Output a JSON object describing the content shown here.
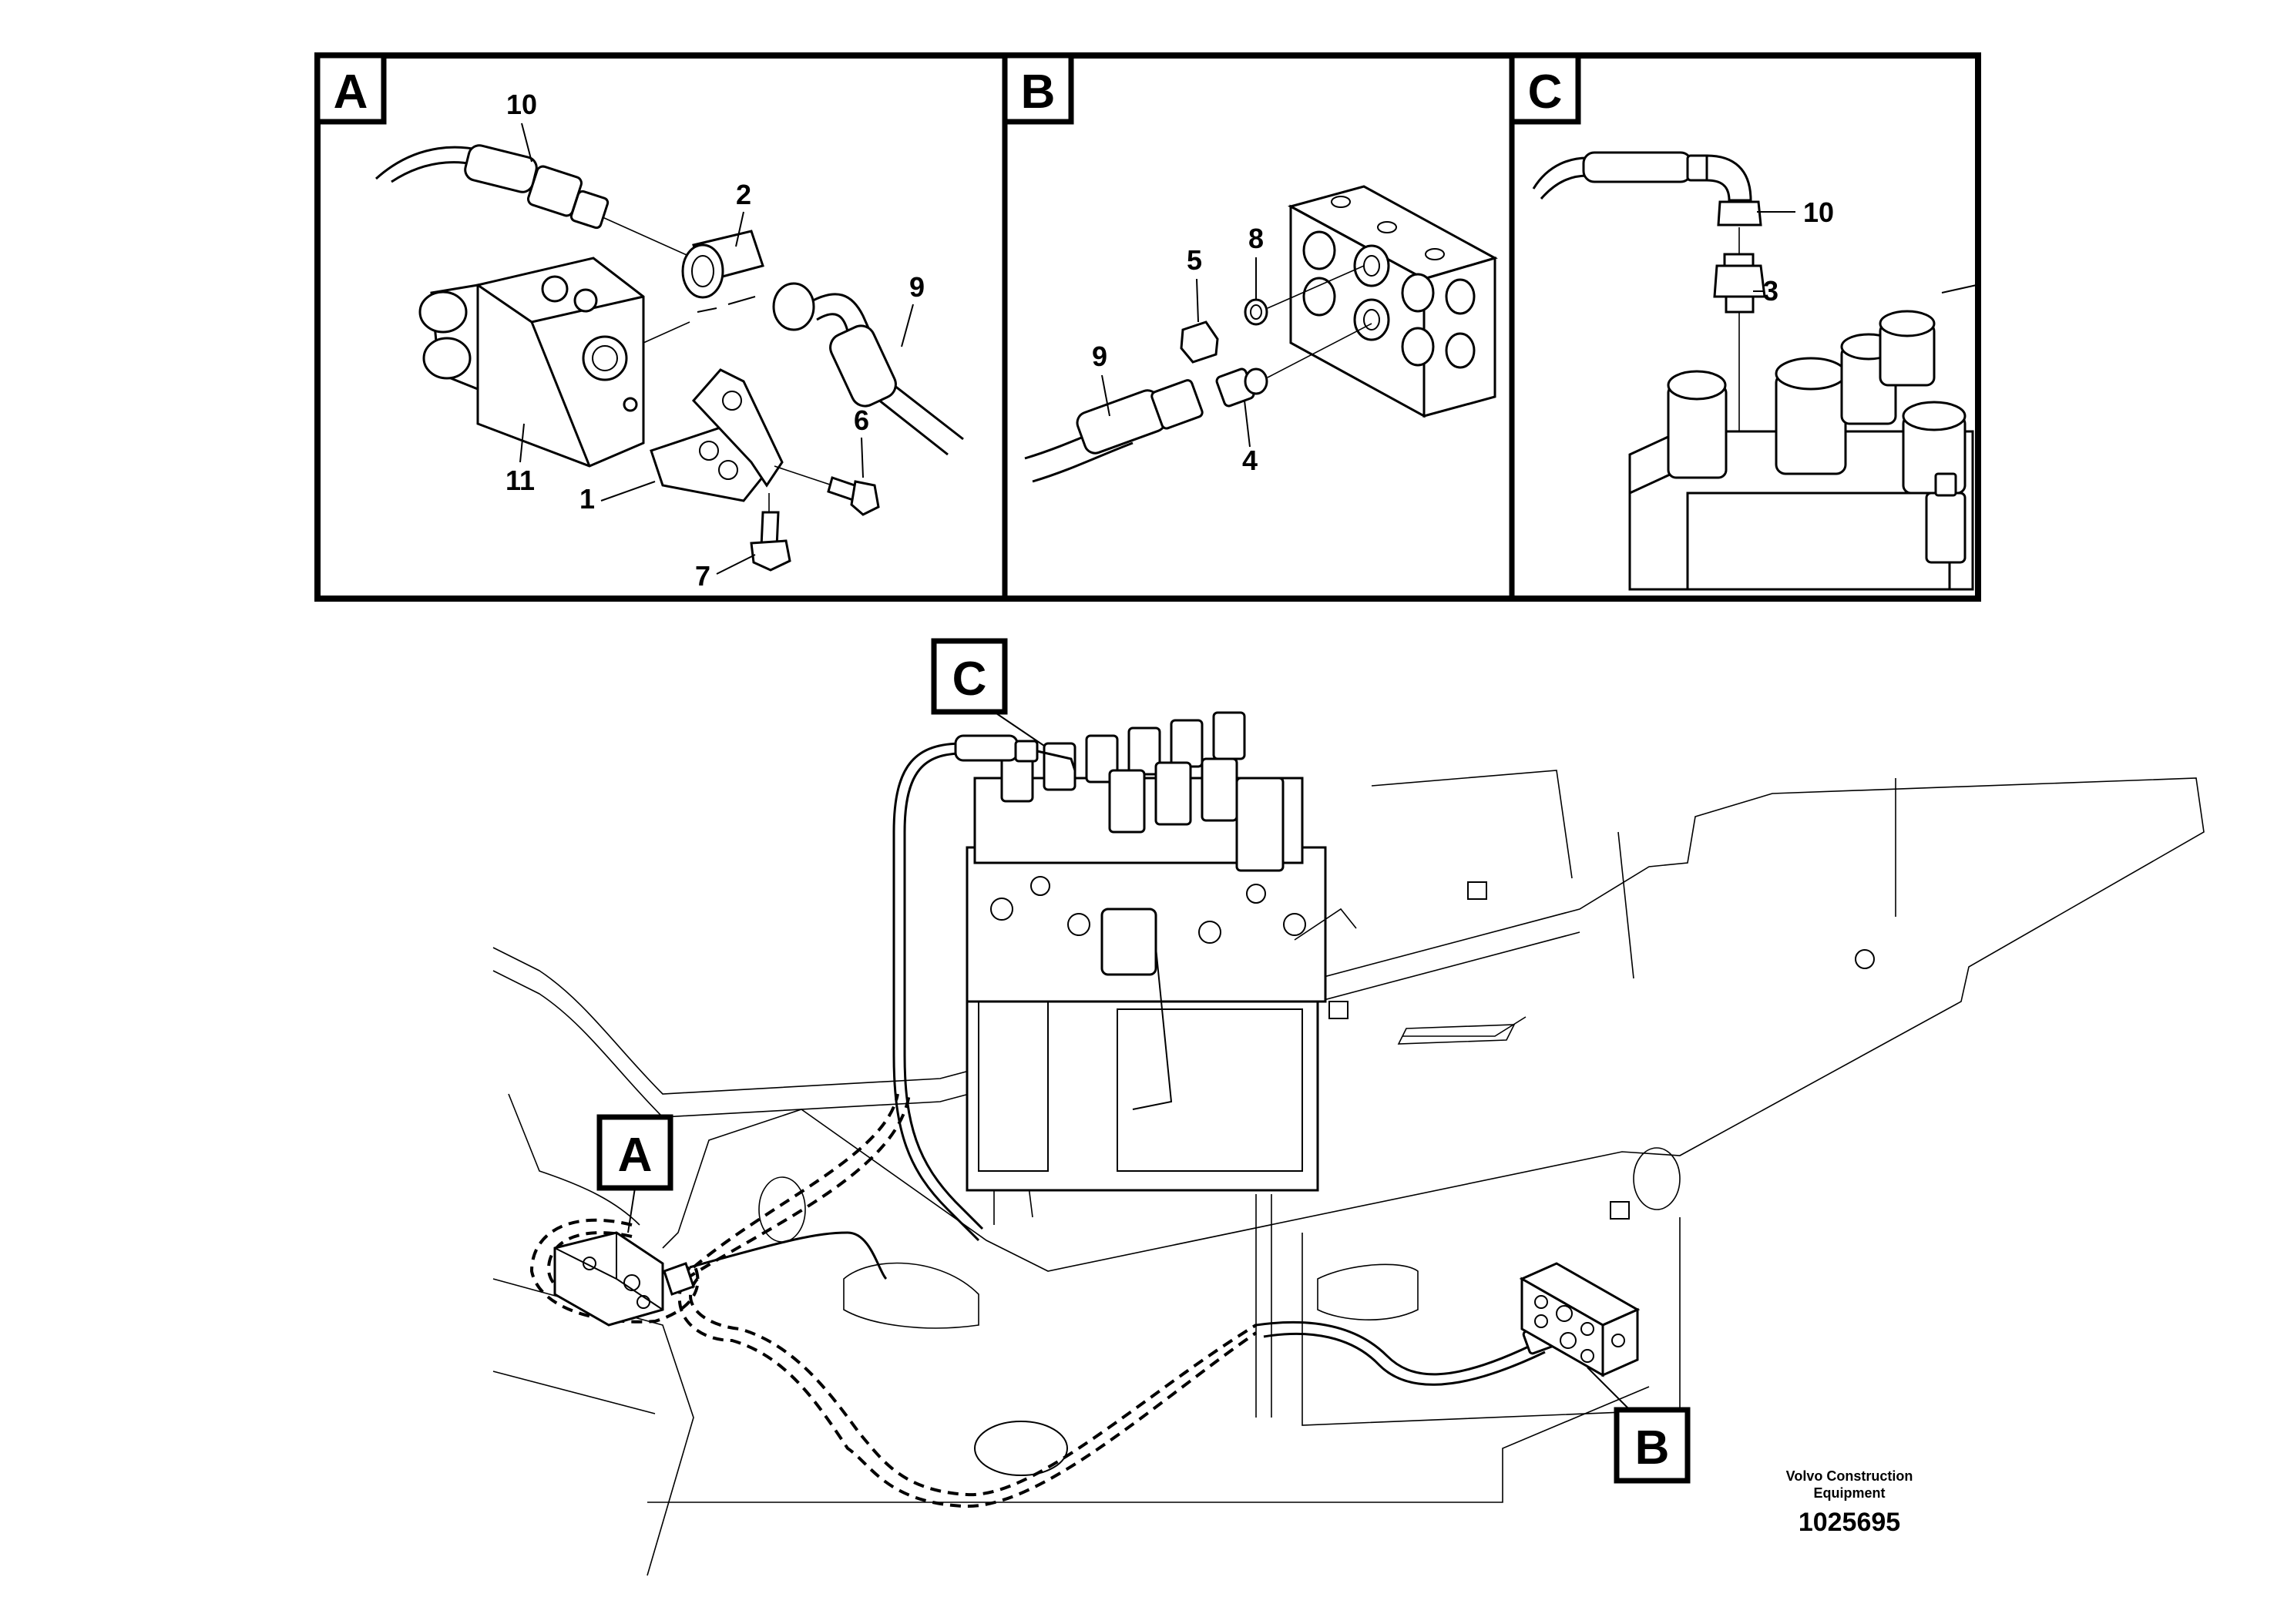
{
  "panels": [
    {
      "letter": "A",
      "callouts": [
        "10",
        "2",
        "9",
        "6",
        "11",
        "1",
        "7"
      ]
    },
    {
      "letter": "B",
      "callouts": [
        "5",
        "8",
        "9",
        "4"
      ]
    },
    {
      "letter": "C",
      "callouts": [
        "10",
        "3"
      ]
    }
  ],
  "overview_labels": [
    "C",
    "A",
    "B"
  ],
  "footer": {
    "manufacturer_line1": "Volvo Construction",
    "manufacturer_line2": "Equipment",
    "drawing_number": "1025695"
  }
}
